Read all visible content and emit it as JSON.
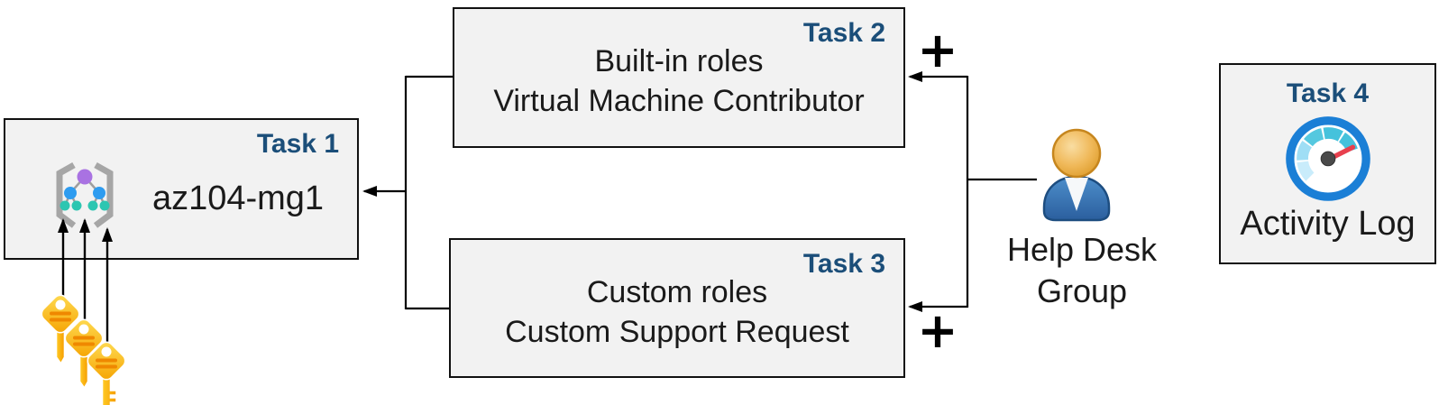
{
  "diagram": {
    "task1": {
      "label": "Task 1",
      "name": "az104-mg1"
    },
    "task2": {
      "label": "Task 2",
      "line1": "Built-in roles",
      "line2": "Virtual Machine Contributor"
    },
    "task3": {
      "label": "Task 3",
      "line1": "Custom roles",
      "line2": "Custom Support Request"
    },
    "task4": {
      "label": "Task 4",
      "caption": "Activity Log"
    },
    "person": {
      "line1": "Help Desk",
      "line2": "Group"
    },
    "plus_top": "+",
    "plus_bottom": "+",
    "icons": {
      "task1_icon": "management-group-tree-icon",
      "task1_keys": "key-icon (x3)",
      "person_icon": "user-person-icon",
      "task4_icon": "activity-log-gauge-icon"
    },
    "colors": {
      "canvas_bg": "#ffffff",
      "box_fill": "#f2f2f2",
      "box_border": "#111111",
      "task_label": "#1b4e79",
      "body_text": "#1a1a1a",
      "connector": "#000000",
      "key_gold": "#f9b916",
      "key_bar_orange": "#ef8800",
      "mg_purple": "#a972e2",
      "mg_blue": "#2e9cf0",
      "mg_teal": "#2dc6b1",
      "mg_bracket_gray": "#a6a6a6",
      "person_body_blue": "#3672ab",
      "person_head_orange": "#e9a93a",
      "gauge_ring_blue": "#1b7fd6",
      "gauge_teal": "#45c2dc",
      "gauge_needle_red": "#e8404e"
    }
  }
}
